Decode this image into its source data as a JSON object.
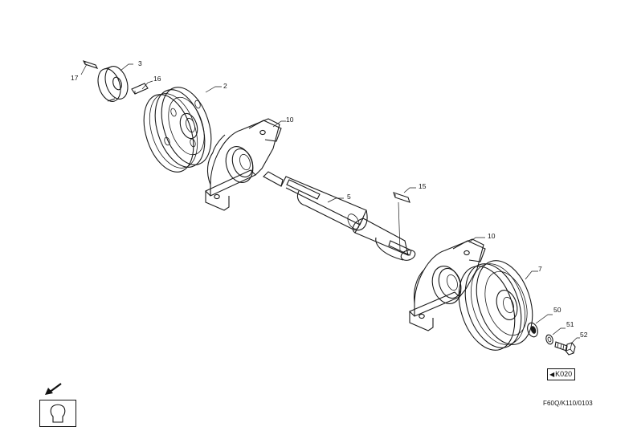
{
  "diagram": {
    "callouts": [
      {
        "id": "c17",
        "label": "17"
      },
      {
        "id": "c3",
        "label": "3"
      },
      {
        "id": "c16",
        "label": "16"
      },
      {
        "id": "c2",
        "label": "2"
      },
      {
        "id": "c10a",
        "label": "10"
      },
      {
        "id": "c5",
        "label": "5"
      },
      {
        "id": "c15",
        "label": "15"
      },
      {
        "id": "c10b",
        "label": "10"
      },
      {
        "id": "c7",
        "label": "7"
      },
      {
        "id": "c50",
        "label": "50"
      },
      {
        "id": "c51",
        "label": "51"
      },
      {
        "id": "c52",
        "label": "52"
      }
    ],
    "page_reference": "K020",
    "drawing_code": "F60Q/K110/0103"
  },
  "icons": {
    "page_reference_arrow": "left-triangle-icon",
    "view_arrow": "diagonal-arrow-icon",
    "legend_symbol": "keyhole-icon"
  }
}
